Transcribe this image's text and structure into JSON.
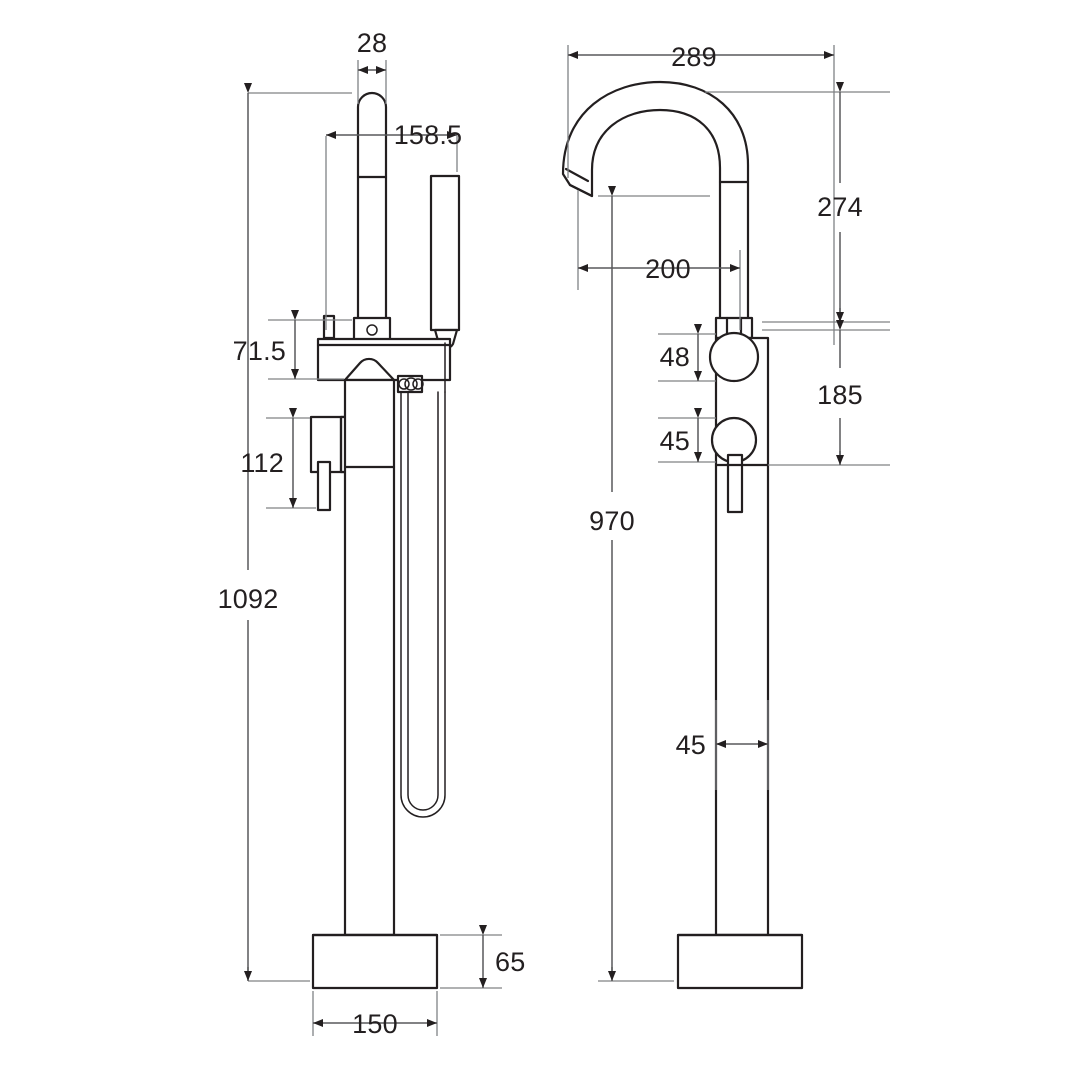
{
  "drawing": {
    "title": "Floor standing bath mixer with handshower - dimensioned elevation drawing",
    "units": "mm",
    "line_color": "#231f20",
    "dimension_color": "#58595b",
    "background": "#ffffff",
    "views": [
      {
        "name": "front-elevation",
        "label": ""
      },
      {
        "name": "side-elevation",
        "label": ""
      }
    ]
  },
  "dimensions": {
    "left_view": {
      "spout_tube_width": "28",
      "handshower_offset": "158.5",
      "body_height": "71.5",
      "handle_height": "112",
      "overall_height": "1092",
      "base_height": "65",
      "base_width": "150"
    },
    "right_view": {
      "spout_reach_overall": "289",
      "spout_reach_inner": "200",
      "spout_height_above_body": "274",
      "body_height": "185",
      "diverter_diameter": "48",
      "handle_diameter": "45",
      "column_diameter": "45",
      "floor_to_spout_outlet": "970"
    }
  },
  "labels": {
    "d28": "28",
    "d158_5": "158.5",
    "d71_5": "71.5",
    "d112": "112",
    "d1092": "1092",
    "d65": "65",
    "d150": "150",
    "d289": "289",
    "d200": "200",
    "d274": "274",
    "d185": "185",
    "d48": "48",
    "d45a": "45",
    "d45b": "45",
    "d970": "970"
  }
}
